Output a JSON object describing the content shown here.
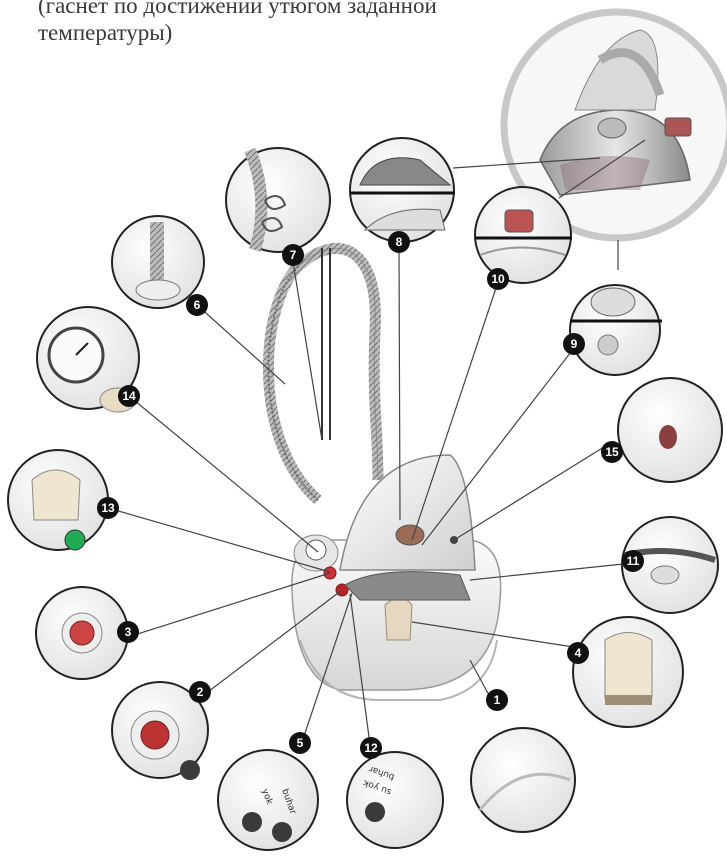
{
  "caption": {
    "line1": "(гаснет по достижении утюгом заданной",
    "line2": "температуры)"
  },
  "callouts": [
    {
      "id": "c1",
      "label": "1"
    },
    {
      "id": "c2",
      "label": "2"
    },
    {
      "id": "c3",
      "label": "3"
    },
    {
      "id": "c4",
      "label": "4"
    },
    {
      "id": "c5",
      "label": "5"
    },
    {
      "id": "c6",
      "label": "6"
    },
    {
      "id": "c7",
      "label": "7"
    },
    {
      "id": "c8",
      "label": "8"
    },
    {
      "id": "c9",
      "label": "9"
    },
    {
      "id": "c10",
      "label": "10"
    },
    {
      "id": "c11",
      "label": "11"
    },
    {
      "id": "c12",
      "label": "12"
    },
    {
      "id": "c13",
      "label": "13"
    },
    {
      "id": "c14",
      "label": "14"
    },
    {
      "id": "c15",
      "label": "15"
    }
  ],
  "detail_texts": {
    "su_yok": "su yok",
    "buhar": "buhar",
    "yok": "yok",
    "buhar2": "buhar"
  },
  "colors": {
    "badge": "#111111",
    "leader": "#444444",
    "detail_ring": "#cfcfcf",
    "base_body": "#eeeeee"
  }
}
